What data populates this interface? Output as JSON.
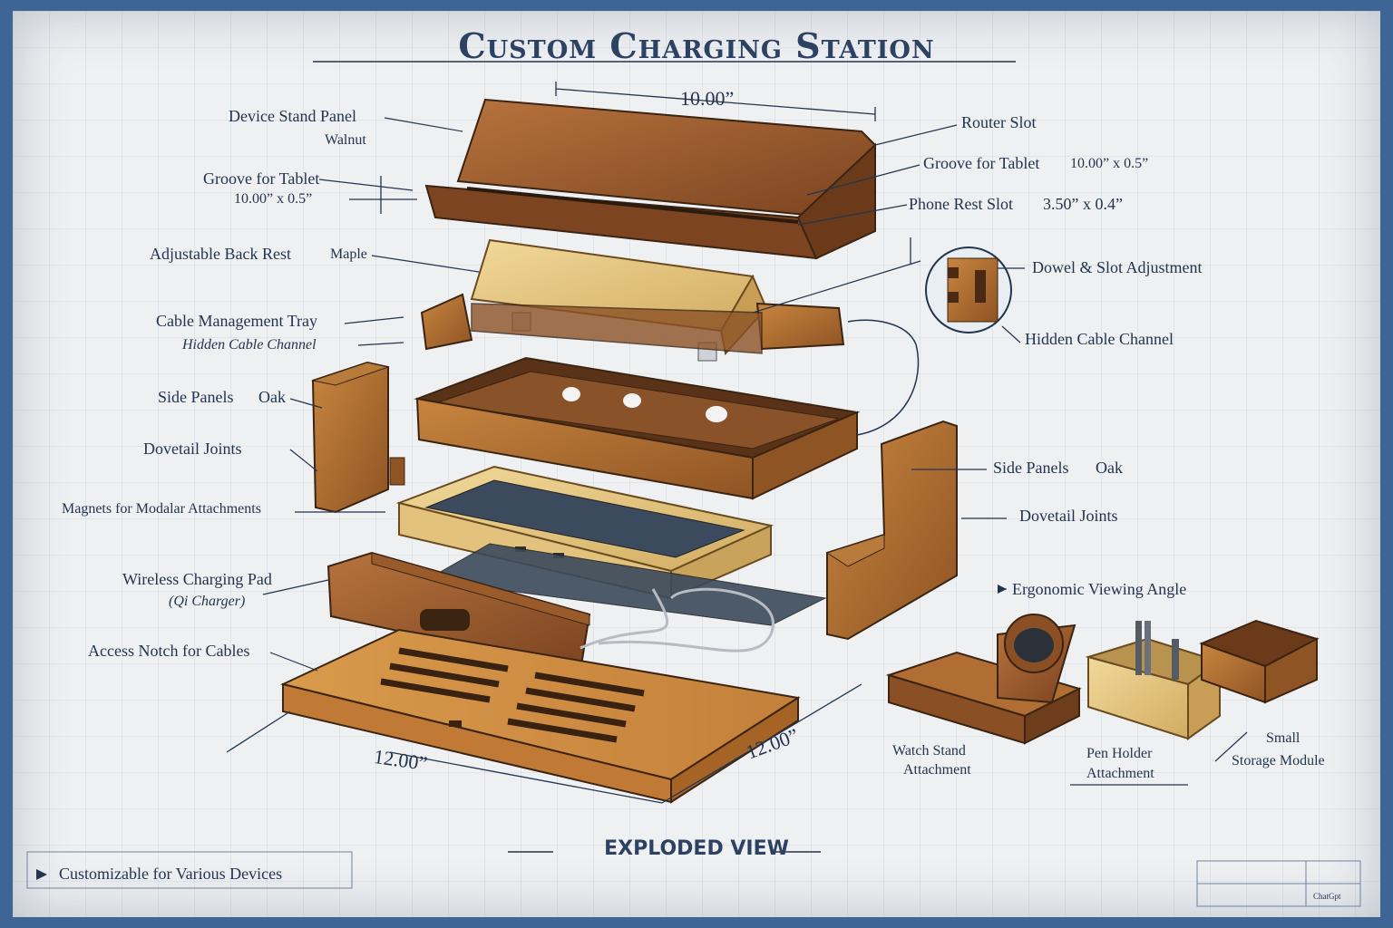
{
  "title": "Custom Charging Station",
  "footer_title": "EXPLODED VIEW",
  "note": "Customizable for Various Devices",
  "signature": "ChatGpt",
  "dimensions": {
    "top_width": "10.00”",
    "base_depth": "12.00”",
    "base_width": "12.00”"
  },
  "labels": {
    "device_stand_panel": "Device Stand Panel",
    "walnut": "Walnut",
    "groove_for_tablet_left": "Groove for Tablet",
    "groove_size_left": "10.00” x 0.5”",
    "adjustable_back_rest": "Adjustable Back Rest",
    "maple": "Maple",
    "cable_management_tray": "Cable Management Tray",
    "hidden_cable_channel_left": "Hidden Cable Channel",
    "side_panels_left": "Side Panels",
    "oak_left": "Oak",
    "dovetail_joints_left": "Dovetail Joints",
    "magnets": "Magnets for Modalar Attachments",
    "wireless_charging_pad": "Wireless Charging Pad",
    "qi_charger": "(Qi Charger)",
    "access_notch": "Access Notch for Cables",
    "router_slot": "Router Slot",
    "groove_for_tablet_right": "Groove for Tablet",
    "groove_size_right": "10.00” x 0.5”",
    "phone_rest_slot": "Phone Rest Slot",
    "phone_rest_size": "3.50” x 0.4”",
    "dowel_slot": "Dowel & Slot Adjustment",
    "hidden_cable_channel_right": "Hidden Cable Channel",
    "side_panels_right": "Side Panels",
    "oak_right": "Oak",
    "dovetail_joints_right": "Dovetail Joints",
    "ergonomic_viewing_angle": "Ergonomic Viewing Angle",
    "watch_stand_1": "Watch Stand",
    "watch_stand_2": "Attachment",
    "pen_holder_1": "Pen Holder",
    "pen_holder_2": "Attachment",
    "small_storage_1": "Small",
    "small_storage_2": "Storage Module"
  },
  "colors": {
    "border": "#3d6596",
    "paper": "#eef0f2",
    "ink": "#23344f",
    "walnut": "#8a4f24",
    "oak": "#b0702e",
    "maple": "#e3c47c",
    "pad": "#3b4a5c"
  }
}
